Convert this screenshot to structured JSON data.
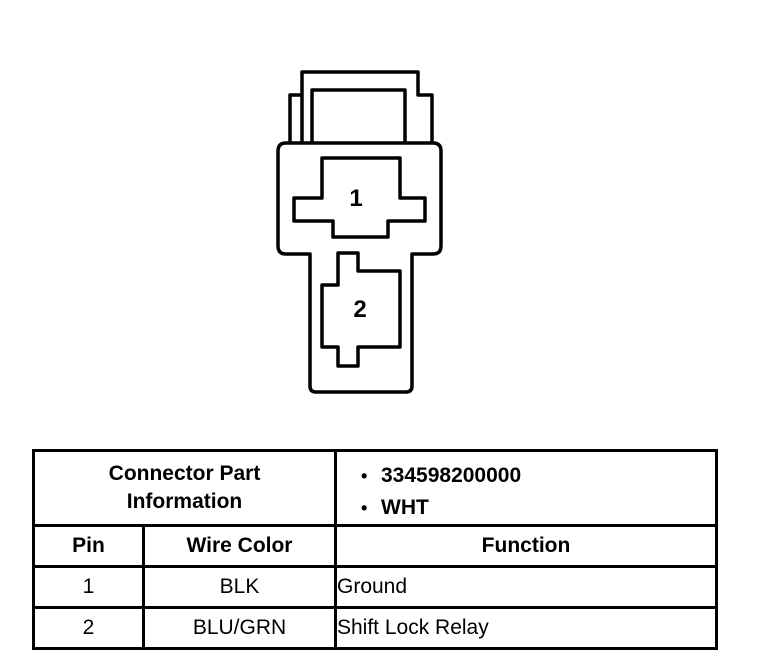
{
  "connector": {
    "pins": [
      "1",
      "2"
    ]
  },
  "table": {
    "part_info_label_line1": "Connector Part",
    "part_info_label_line2": "Information",
    "part_info_values": [
      "334598200000",
      "WHT"
    ],
    "columns": [
      "Pin",
      "Wire Color",
      "Function"
    ],
    "rows": [
      {
        "pin": "1",
        "wire_color": "BLK",
        "function": "Ground"
      },
      {
        "pin": "2",
        "wire_color": "BLU/GRN",
        "function": "Shift Lock Relay"
      }
    ]
  }
}
